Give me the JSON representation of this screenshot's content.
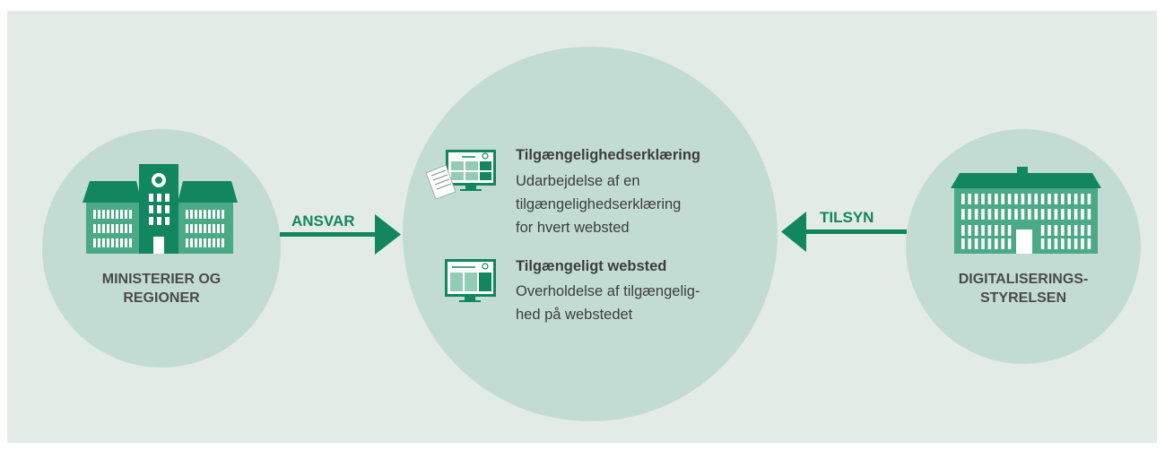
{
  "colors": {
    "background": "#e3ebe7",
    "circle": "#c3dcd3",
    "accent": "#11865f",
    "building_light": "#4aaa86",
    "text": "#3d3d3d"
  },
  "left_node": {
    "icon": "government-building-icon",
    "label_lines": [
      "MINISTERIER OG",
      "REGIONER"
    ]
  },
  "right_node": {
    "icon": "office-building-icon",
    "label_lines": [
      "DIGITALISERINGS-",
      "STYRELSEN"
    ]
  },
  "arrows": {
    "left_label": "ANSVAR",
    "right_label": "TILSYN"
  },
  "center": {
    "items": [
      {
        "icon": "document-and-monitor-icon",
        "title": "Tilgængelighedserklæring",
        "description": "Udarbejdelse af en\ntilgængelighedserklæring\nfor hvert websted"
      },
      {
        "icon": "website-monitor-icon",
        "title": "Tilgængeligt websted",
        "description": "Overholdelse af tilgængelig-\nhed på webstedet"
      }
    ]
  }
}
